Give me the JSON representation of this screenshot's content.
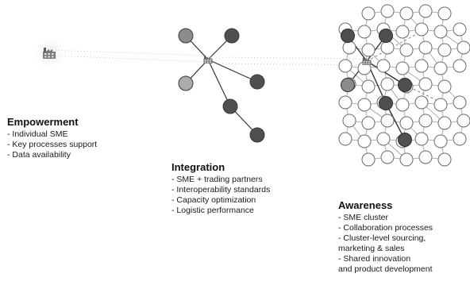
{
  "stages": [
    {
      "title": "Empowerment",
      "items": [
        "- Individual SME",
        "- Key processes support",
        "- Data availability"
      ]
    },
    {
      "title": "Integration",
      "items": [
        "- SME + trading partners",
        "- Interoperability standards",
        "- Capacity optimization",
        "- Logistic performance"
      ]
    },
    {
      "title": "Awareness",
      "items": [
        "- SME cluster",
        "- Collaboration processes",
        "- Cluster-level sourcing,",
        "  marketing & sales",
        "- Shared innovation",
        "  and product development"
      ]
    }
  ],
  "icons": {
    "sme": "factory-icon"
  },
  "colors": {
    "node_light": "#ababab",
    "node_mid": "#8c8c8c",
    "node_dark": "#4f4f4f",
    "node_empty": "#ffffff",
    "edge": "#333333",
    "edge_light": "#c9c9c9"
  }
}
